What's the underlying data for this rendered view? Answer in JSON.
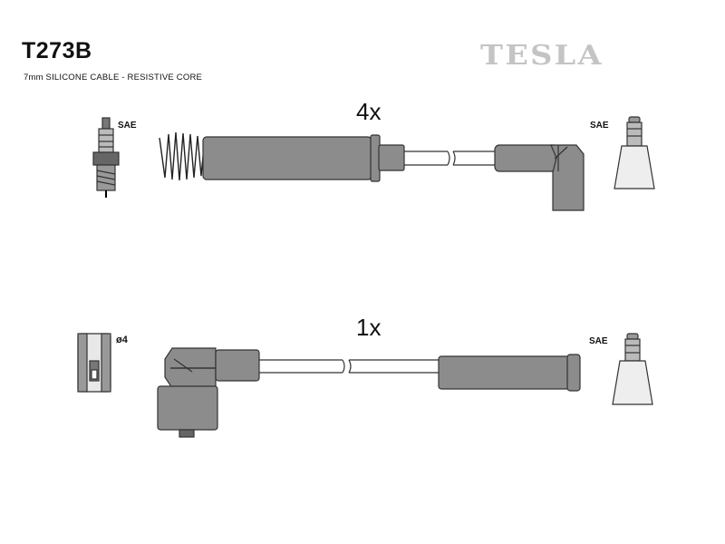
{
  "header": {
    "part_number": "T273B",
    "subtitle": "7mm SILICONE CABLE - RESISTIVE CORE",
    "brand": "TESLA"
  },
  "sets": [
    {
      "quantity": "4x",
      "left_terminal": "SAE",
      "right_terminal": "SAE"
    },
    {
      "quantity": "1x",
      "left_terminal": "ø4",
      "right_terminal": "SAE"
    }
  ],
  "colors": {
    "part_fill": "#8c8c8c",
    "part_stroke": "#333333",
    "brand_gray": "#c4c4c4"
  }
}
